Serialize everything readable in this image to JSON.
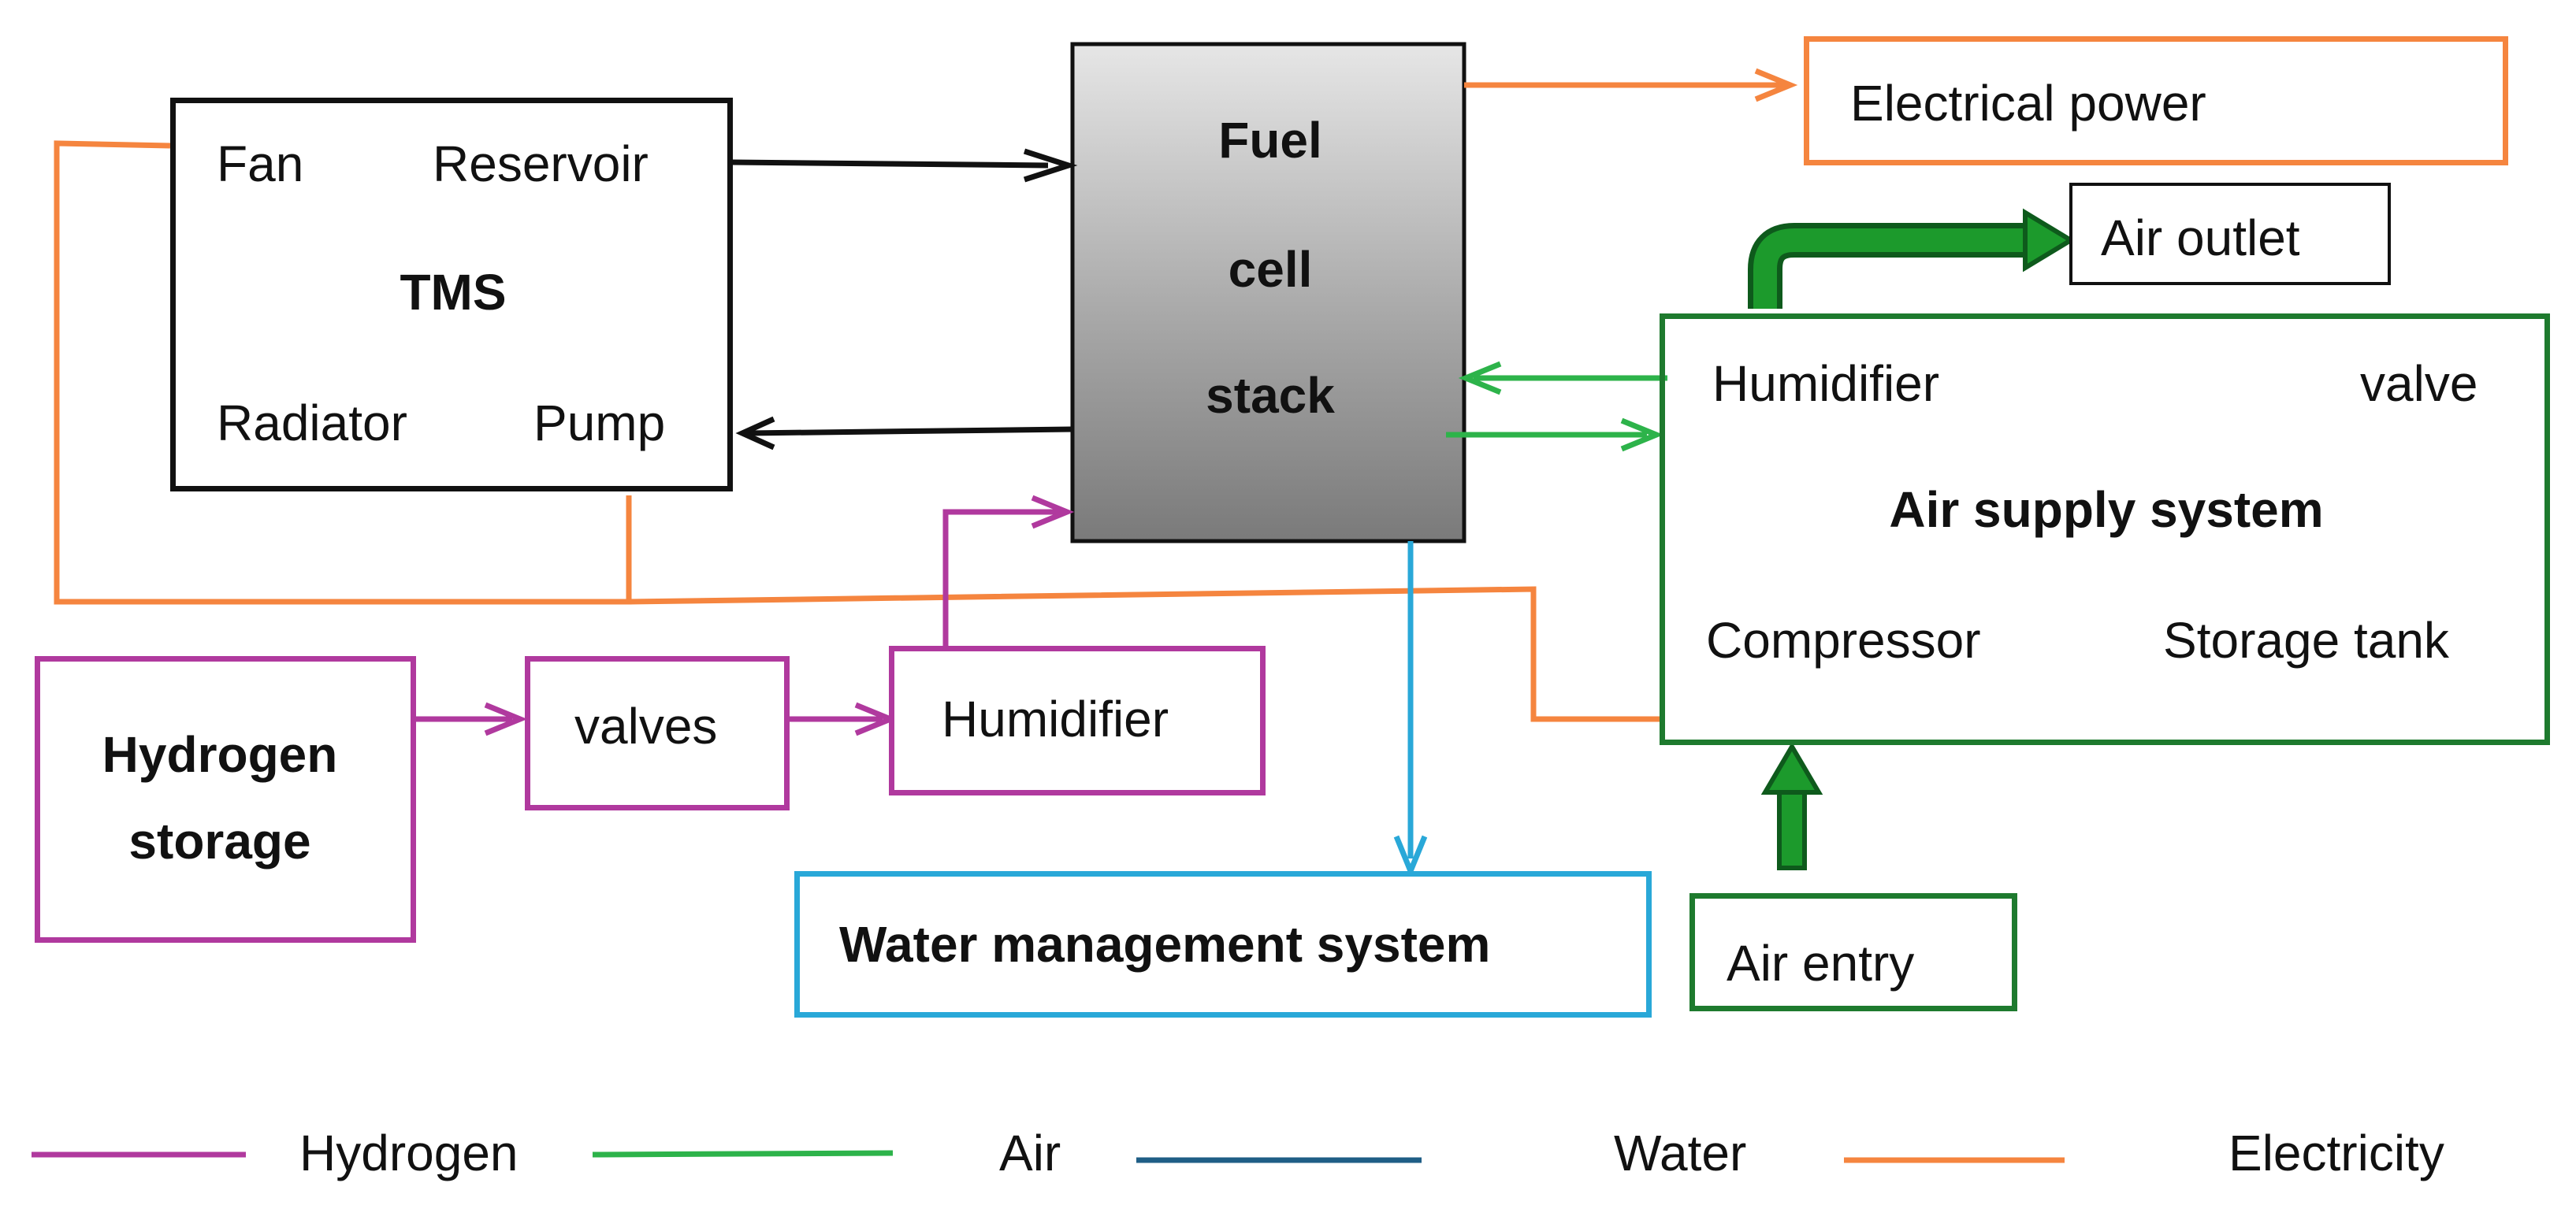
{
  "nodes": {
    "tms": {
      "title": "TMS",
      "fan": "Fan",
      "reservoir": "Reservoir",
      "radiator": "Radiator",
      "pump": "Pump"
    },
    "fuel_cell": {
      "line1": "Fuel",
      "line2": "cell",
      "line3": "stack"
    },
    "electrical_power": "Electrical power",
    "air_outlet": "Air outlet",
    "air_supply": {
      "title": "Air supply system",
      "humidifier": "Humidifier",
      "valve": "valve",
      "compressor": "Compressor",
      "storage_tank": "Storage tank"
    },
    "hydrogen_storage": {
      "line1": "Hydrogen",
      "line2": "storage"
    },
    "valves": "valves",
    "h2_humidifier": "Humidifier",
    "water_management": "Water management system",
    "air_entry": "Air entry"
  },
  "legend": [
    {
      "label": "Hydrogen",
      "color": "#b0399e"
    },
    {
      "label": "Air",
      "color": "#2db34a"
    },
    {
      "label": "Water",
      "color": "#1f5e86"
    },
    {
      "label": "Electricity",
      "color": "#f5853f"
    }
  ],
  "colors": {
    "hydrogen": "#b0399e",
    "air": "#2db34a",
    "air_box": "#1e7a2e",
    "air_arrow": "#1c8a2a",
    "water": "#29a8d8",
    "electricity": "#f5853f",
    "black": "#111111"
  }
}
